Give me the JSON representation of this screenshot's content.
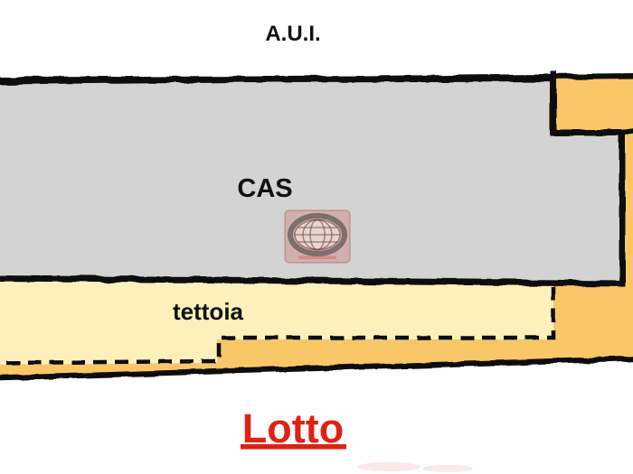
{
  "plan": {
    "top_label": "A.U.I.",
    "building_label": "CAS",
    "canopy_label": "tettoia",
    "lot_label": "Lotto"
  },
  "colors": {
    "background": "#ffffff",
    "lot_fill": "#f9c768",
    "building_fill": "#d3d3d3",
    "canopy_fill": "#fdf0ba",
    "border": "#0d0d0d",
    "lot_text": "#e02113",
    "text": "#111111"
  }
}
